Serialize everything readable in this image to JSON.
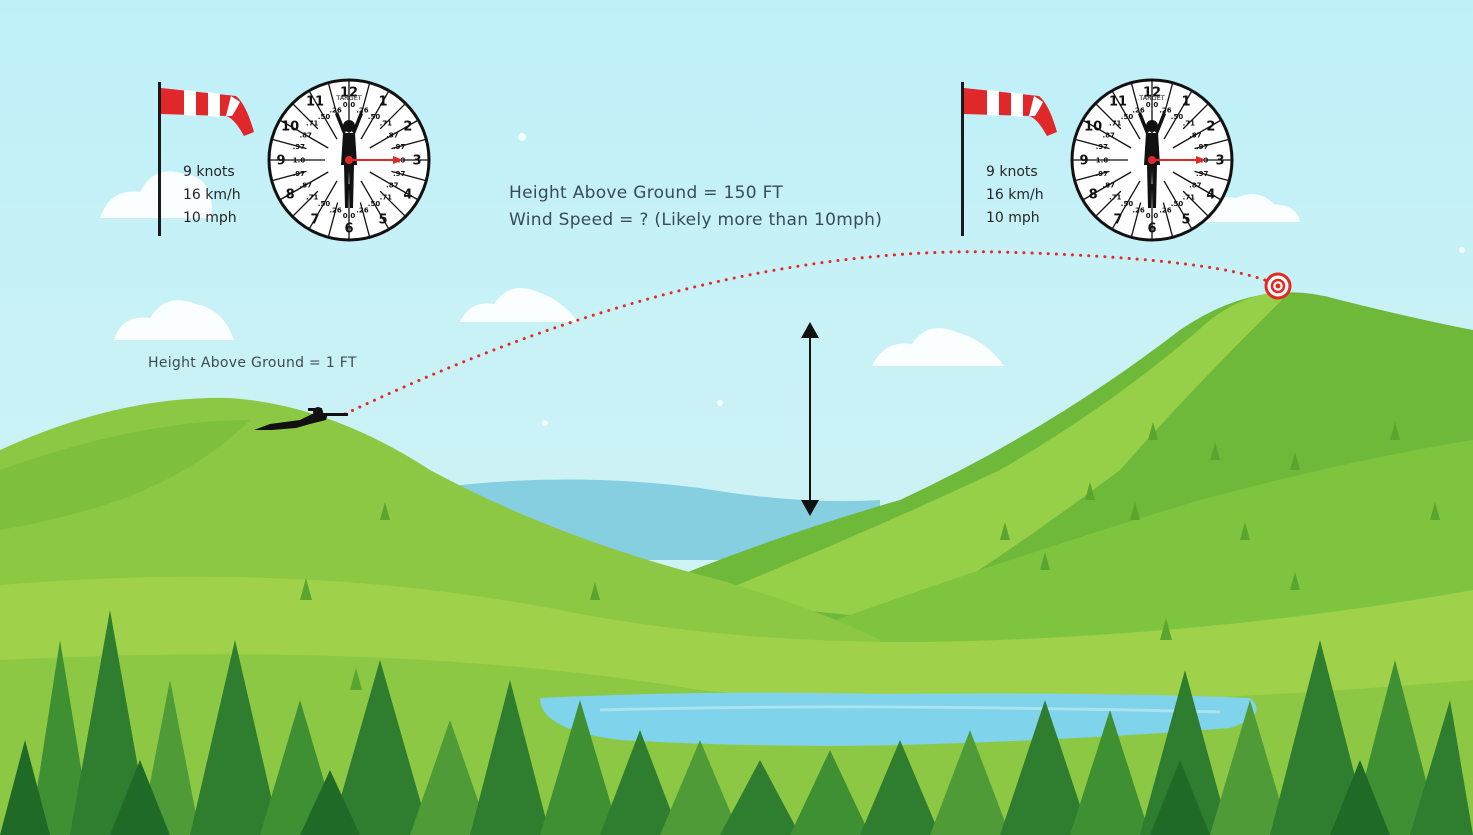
{
  "annotations": {
    "target_height": "Height Above Ground = 150 FT",
    "wind_speed": "Wind Speed = ?  (Likely more than 10mph)",
    "shooter_height": "Height Above Ground = 1 FT"
  },
  "wind_stations": [
    {
      "knots": "9 knots",
      "kmh": "16 km/h",
      "mph": "10 mph"
    },
    {
      "knots": "9 knots",
      "kmh": "16 km/h",
      "mph": "10 mph"
    }
  ],
  "clock_dial": {
    "hours": [
      "12",
      "1",
      "2",
      "3",
      "4",
      "5",
      "6",
      "7",
      "8",
      "9",
      "10",
      "11"
    ],
    "target_label": "TARGET",
    "values": [
      {
        "key": "v0",
        "text": "0.0"
      },
      {
        "key": "v1",
        "text": ".26"
      },
      {
        "key": "v2",
        "text": ".50"
      },
      {
        "key": "v3",
        "text": ".71"
      },
      {
        "key": "v4",
        "text": ".87"
      },
      {
        "key": "v5",
        "text": ".97"
      },
      {
        "key": "v6",
        "text": "1.0"
      },
      {
        "key": "v7",
        "text": ".97"
      },
      {
        "key": "v8",
        "text": ".87"
      },
      {
        "key": "v9",
        "text": ".71"
      },
      {
        "key": "v10",
        "text": ".50"
      },
      {
        "key": "v11",
        "text": ".26"
      },
      {
        "key": "v12",
        "text": "0.0"
      },
      {
        "key": "v13",
        "text": ".26"
      },
      {
        "key": "v14",
        "text": ".50"
      },
      {
        "key": "v15",
        "text": ".71"
      },
      {
        "key": "v16",
        "text": ".87"
      },
      {
        "key": "v17",
        "text": ".97"
      },
      {
        "key": "v18",
        "text": "1.0"
      },
      {
        "key": "v19",
        "text": ".97"
      },
      {
        "key": "v20",
        "text": ".87"
      },
      {
        "key": "v21",
        "text": ".71"
      },
      {
        "key": "v22",
        "text": ".50"
      },
      {
        "key": "v23",
        "text": ".26"
      }
    ]
  },
  "colors": {
    "sky": "#bdeef7",
    "hill_light": "#9fd24a",
    "hill_mid": "#7cc03c",
    "hill_dark": "#5aa52f",
    "tree_dark": "#2f7d2e",
    "tree_light": "#4f9b38",
    "lake": "#7fd3ea",
    "trajectory": "#e22a25",
    "windsock_red": "#e0282a"
  }
}
